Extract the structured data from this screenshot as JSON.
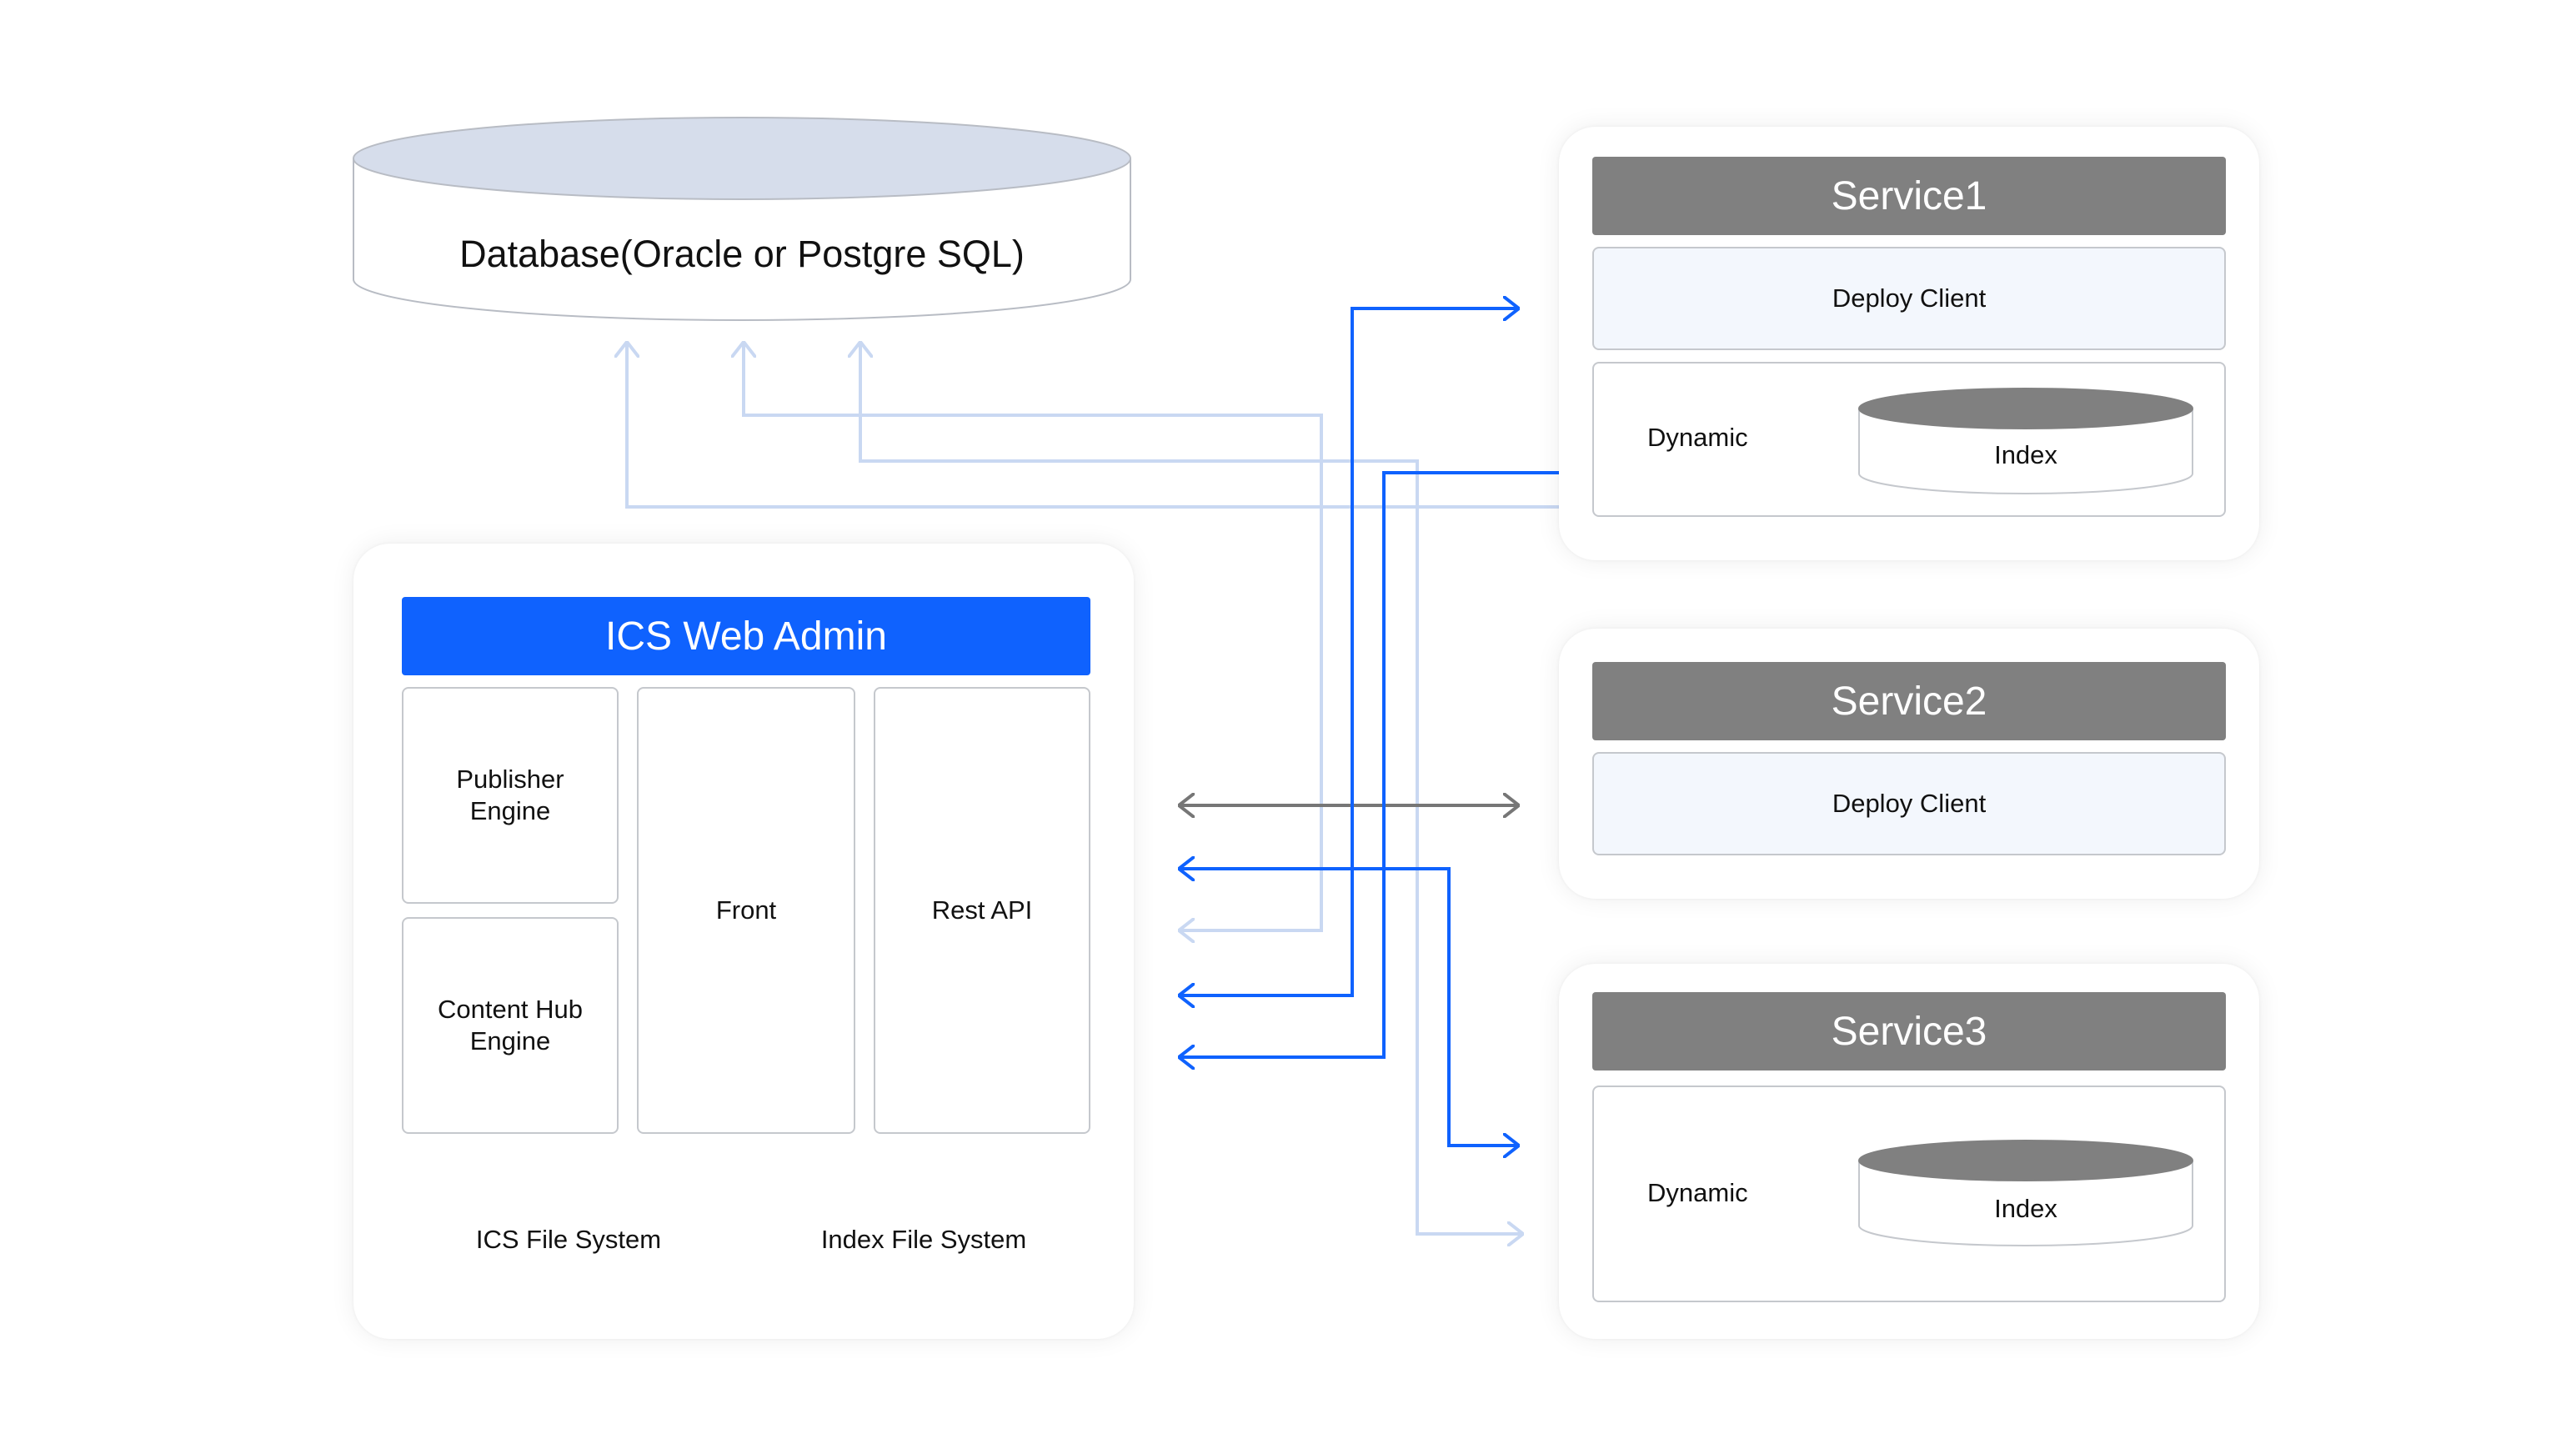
{
  "database": {
    "label": "Database(Oracle or Postgre SQL)"
  },
  "web_admin": {
    "title": "ICS Web Admin",
    "publisher_engine": "Publisher\nEngine",
    "content_hub_engine": "Content Hub\nEngine",
    "front": "Front",
    "rest_api": "Rest API",
    "ics_file_system": "ICS File System",
    "index_file_system": "Index File System"
  },
  "services": [
    {
      "title": "Service1",
      "deploy_client": "Deploy Client",
      "dynamic": "Dynamic",
      "index": "Index"
    },
    {
      "title": "Service2",
      "deploy_client": "Deploy Client"
    },
    {
      "title": "Service3",
      "dynamic": "Dynamic",
      "index": "Index"
    }
  ],
  "colors": {
    "accent_blue": "#0f62fe",
    "light_blue_line": "#c9d8f2",
    "gray_line": "#767676",
    "service_header": "#808080",
    "db_top": "#d6ddeb",
    "ics_fs_top": "#99bbf7",
    "index_fs_top": "#e1e9f8",
    "service_index_top": "#808080"
  },
  "icons": [
    "arrow-head",
    "cylinder"
  ]
}
